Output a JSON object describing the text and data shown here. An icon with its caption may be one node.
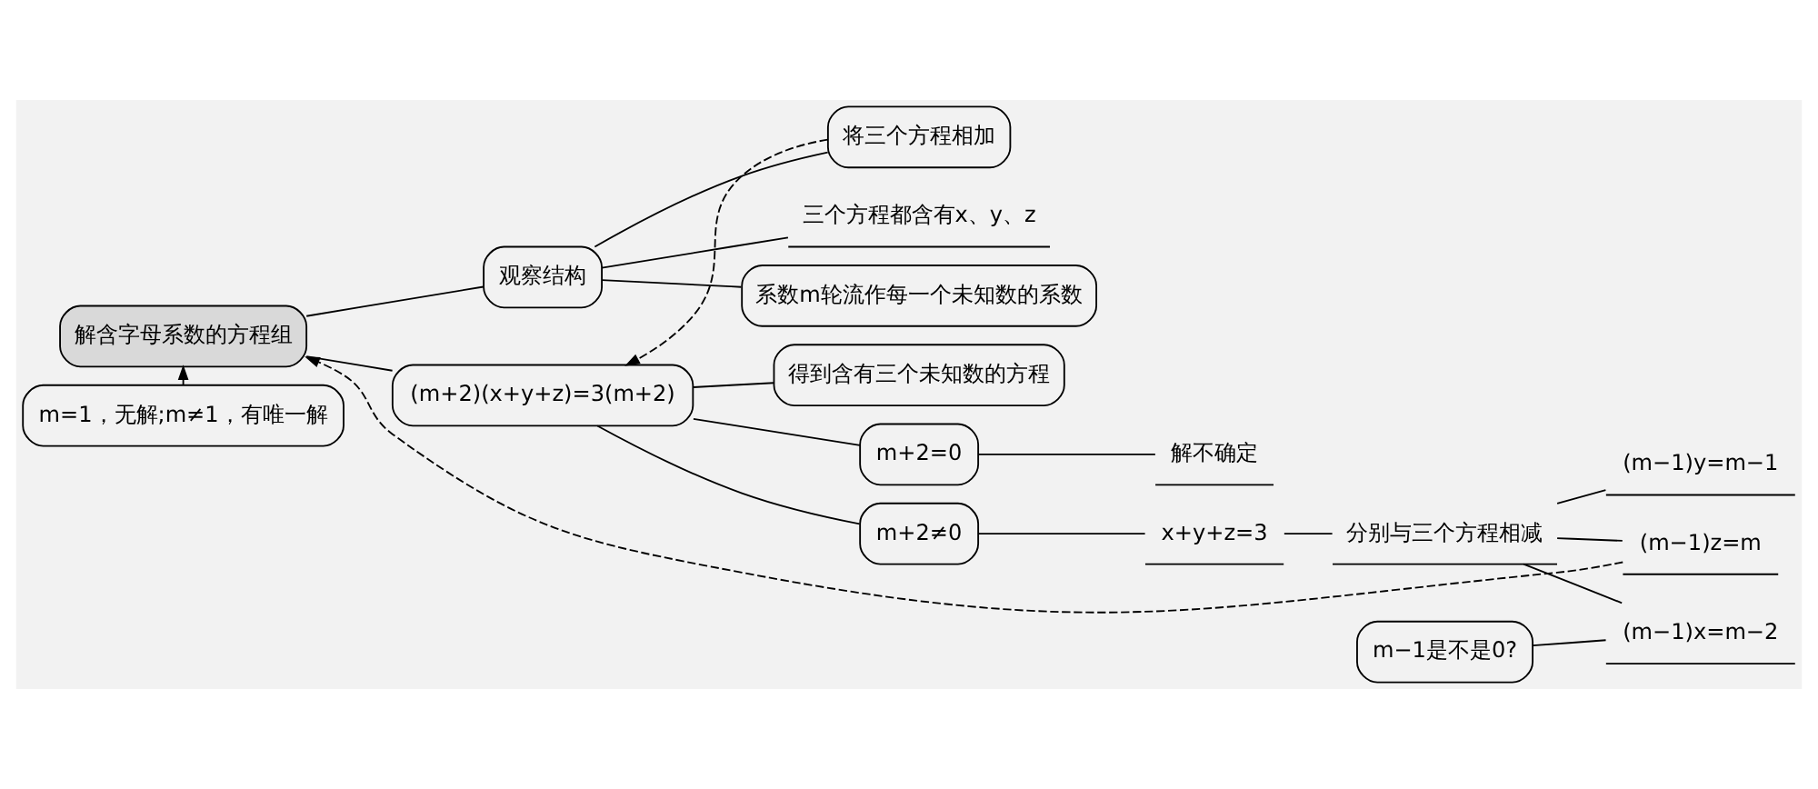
{
  "diagram": {
    "nodes": [
      {
        "text": [
          "解含字母系数的方程组"
        ]
      },
      {
        "text": [
          "观察结构"
        ]
      },
      {
        "text": [
          "将三个方程相加"
        ]
      },
      {
        "text": [
          "三个方程都含有x、y、z"
        ]
      },
      {
        "text": [
          "系数m轮流作每一个未知数的系数"
        ]
      },
      {
        "text": [
          "(m+2)(x+y+z)=3(m+2)"
        ]
      },
      {
        "text": [
          "得到含有三个未知数的方程"
        ]
      },
      {
        "text": [
          "m+2=0"
        ]
      },
      {
        "text": [
          "解不确定"
        ]
      },
      {
        "text": [
          "m+2≠0"
        ]
      },
      {
        "text": [
          "x+y+z=3"
        ]
      },
      {
        "text": [
          "分别与三个方程相减"
        ]
      },
      {
        "text": [
          "m−1是不是0?"
        ]
      },
      {
        "text": [
          "(m−1)x=m−2"
        ]
      },
      {
        "text": [
          "(m−1)y=m−1"
        ]
      },
      {
        "text": [
          "(m−1)z=m"
        ]
      },
      {
        "text": [
          "m=1，无解;m≠1，有唯一解"
        ]
      }
    ],
    "edges": [
      {
        "from": 0,
        "to": 1,
        "arrow": "none"
      },
      {
        "from": 1,
        "to": 2,
        "arrow": "none"
      },
      {
        "from": 1,
        "to": 3,
        "arrow": "none"
      },
      {
        "from": 1,
        "to": 4,
        "arrow": "none"
      },
      {
        "from": 0,
        "to": 5,
        "arrow": "none"
      },
      {
        "from": 5,
        "to": 6,
        "arrow": "none"
      },
      {
        "from": 5,
        "to": 7,
        "arrow": "none"
      },
      {
        "from": 5,
        "to": 9,
        "arrow": "none"
      },
      {
        "from": 7,
        "to": 8,
        "arrow": "none"
      },
      {
        "from": 9,
        "to": 10,
        "arrow": "none"
      },
      {
        "from": 10,
        "to": 11,
        "arrow": "none"
      },
      {
        "from": 11,
        "to": 13,
        "arrow": "none"
      },
      {
        "from": 11,
        "to": 14,
        "arrow": "none"
      },
      {
        "from": 11,
        "to": 15,
        "arrow": "none"
      },
      {
        "from": 12,
        "to": 13,
        "arrow": "none"
      },
      {
        "from": 2,
        "to": 5,
        "arrow": "to",
        "style": "dashed"
      },
      {
        "from": 15,
        "to": 0,
        "arrow": "to",
        "style": "dashed"
      },
      {
        "from": 16,
        "to": 0,
        "arrow": "to",
        "style": "dashed"
      }
    ]
  }
}
